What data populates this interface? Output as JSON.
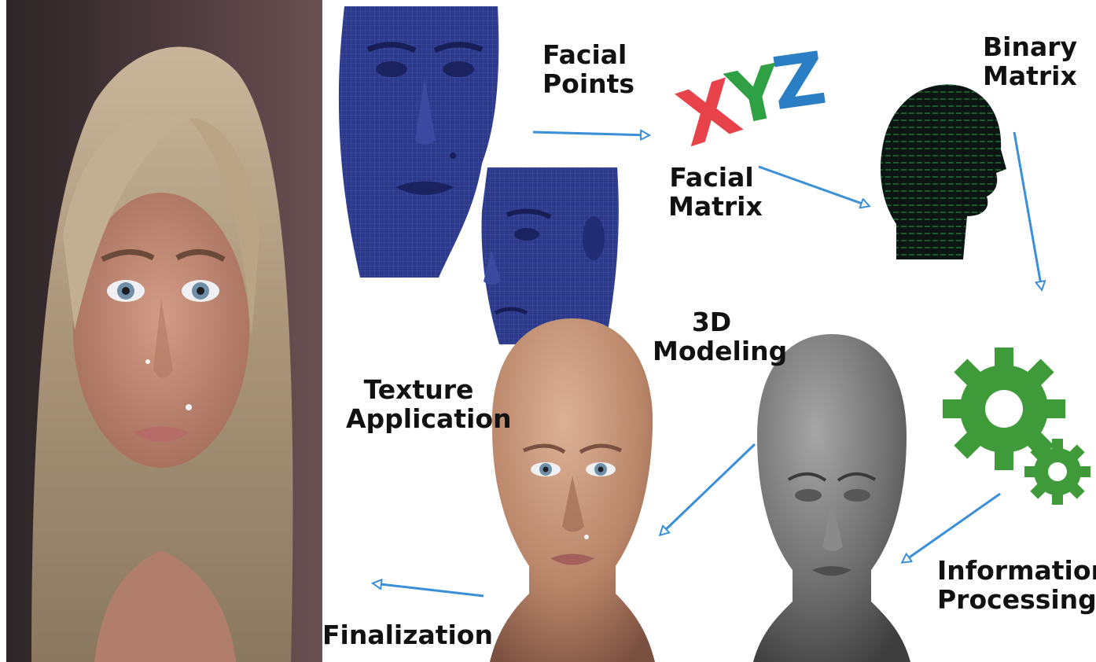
{
  "labels": {
    "facial_points": [
      "Facial",
      "Points"
    ],
    "facial_matrix": [
      "Facial",
      "Matrix"
    ],
    "binary_matrix": [
      "Binary",
      "Matrix"
    ],
    "modeling_3d": [
      "3D",
      "Modeling"
    ],
    "texture_application": [
      "Texture",
      "Application"
    ],
    "information_processing": [
      "Information",
      "Processing"
    ],
    "finalization": [
      "Finalization"
    ]
  },
  "xyz_letters": [
    "X",
    "Y",
    "Z"
  ],
  "colors": {
    "arrow": "#3a8fd8",
    "x_letter": "#e8424a",
    "y_letter": "#2fa043",
    "z_letter": "#2a7fc4",
    "gear": "#3f9a3a",
    "wireframe": "#2d3a8a",
    "head_silhouette": "#0c1512",
    "binary_digits": "#1f6b3a",
    "grey_head": "#6e6e6e",
    "textured_head": "#c99272"
  }
}
